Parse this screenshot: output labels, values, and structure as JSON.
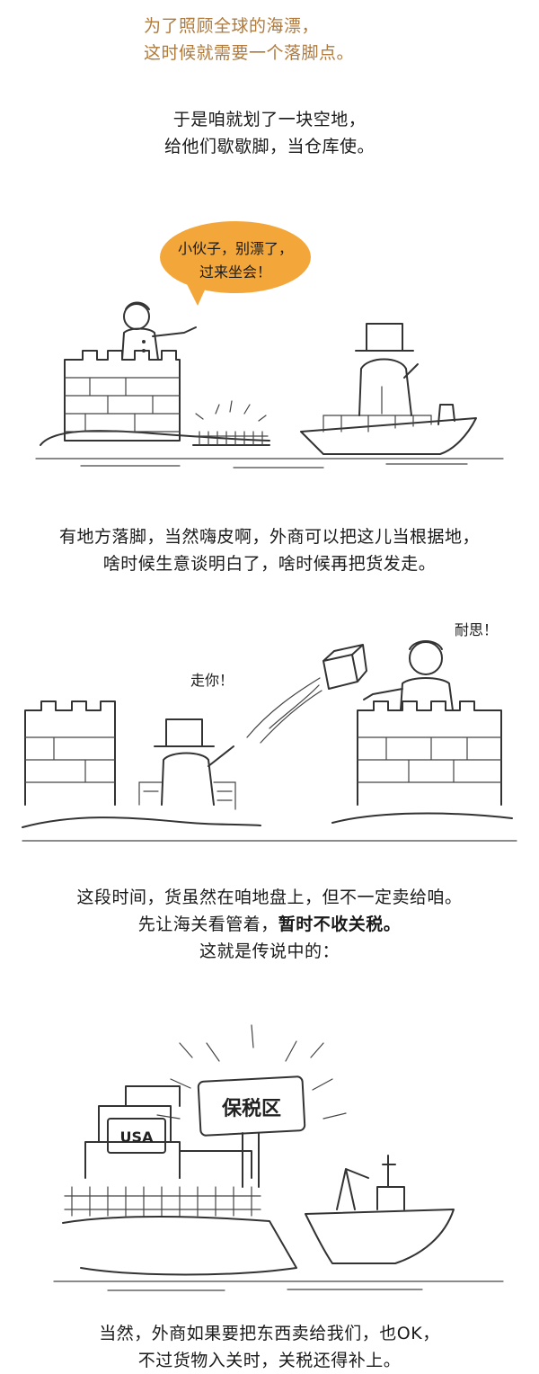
{
  "intro": {
    "line1": "为了照顾全球的海漂，",
    "line2": "这时候就需要一个落脚点。"
  },
  "para1": {
    "line1": "于是咱就划了一块空地，",
    "line2": "给他们歇歇脚，当仓库使。"
  },
  "panel1": {
    "bubble_line1": "小伙子，别漂了，",
    "bubble_line2": "过来坐会！",
    "bubble_color": "#f3a73a"
  },
  "para2": {
    "line1": "有地方落脚，当然嗨皮啊，外商可以把这儿当根据地，",
    "line2": "啥时候生意谈明白了，啥时候再把货发走。"
  },
  "panel2": {
    "speech_right": "耐思！",
    "speech_left": "走你！"
  },
  "para3": {
    "line1": "这段时间，货虽然在咱地盘上，但不一定卖给咱。",
    "line2_normal": "先让海关看管着，",
    "line2_bold": "暂时不收关税。",
    "line3": "这就是传说中的："
  },
  "panel3": {
    "sign_label": "保税区",
    "crate_label": "USA"
  },
  "para4": {
    "line1": "当然，外商如果要把东西卖给我们，也OK，",
    "line2": "不过货物入关时，关税还得补上。"
  }
}
